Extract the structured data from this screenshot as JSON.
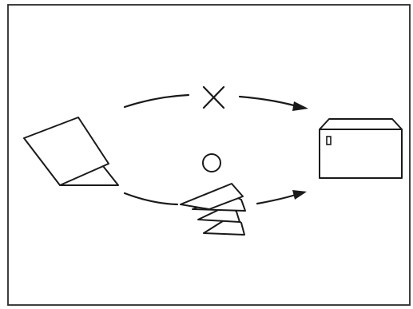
{
  "figure": {
    "marks": {
      "top_path": "incorrect",
      "bottom_path": "correct"
    },
    "icons": {
      "frame": "frame-border",
      "single_sheet": "unfolded-document-icon",
      "folded_stack": "z-folded-paper-icon",
      "envelope": "envelope-icon",
      "cross": "cross-mark-icon",
      "circle": "circle-mark-icon"
    },
    "colors": {
      "line": "#1a1a1a",
      "background": "#ffffff"
    }
  }
}
